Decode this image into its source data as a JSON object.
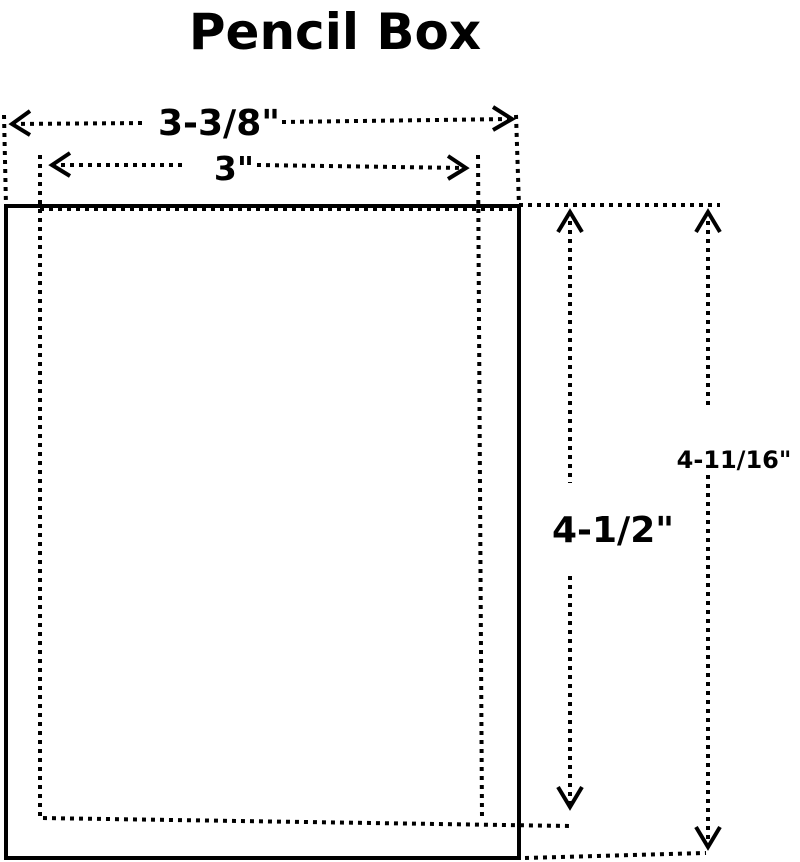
{
  "title": "Pencil Box",
  "dimensions": {
    "outer_width": "3-3/8\"",
    "inner_width": "3\"",
    "inner_height": "4-1/2\"",
    "outer_height": "4-11/16\""
  },
  "colors": {
    "line": "#000000",
    "background": "#ffffff"
  }
}
